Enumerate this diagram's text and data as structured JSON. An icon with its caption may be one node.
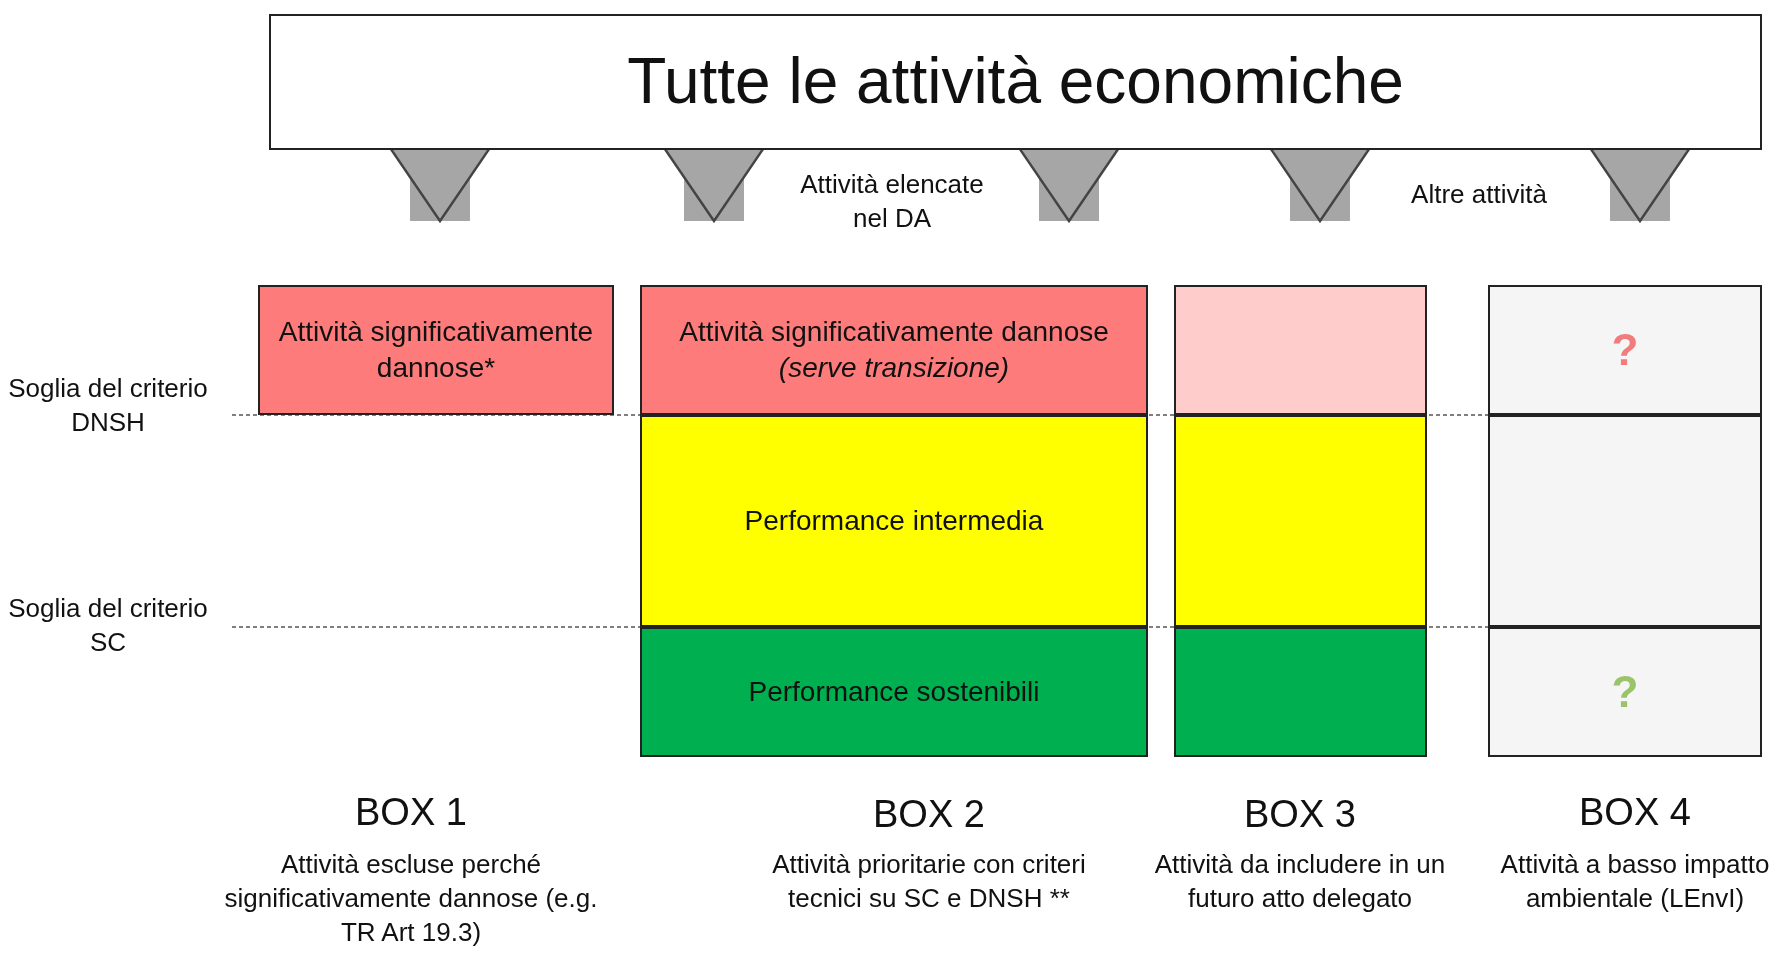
{
  "diagram": {
    "nodes": [
      {
        "text": [
          "Tutte le attività economiche"
        ]
      },
      {
        "text": [
          "Attività significativamente dannose*"
        ]
      },
      {
        "text": [
          "Attività significativamente dannose *(serve transizione)*"
        ]
      },
      {
        "text": [
          "Performance intermedia"
        ]
      },
      {
        "text": [
          "Performance sostenibili"
        ]
      },
      {
        "text": [],
        "shape": "box"
      },
      {
        "text": [],
        "shape": "box"
      },
      {
        "text": [],
        "shape": "box"
      },
      {
        "text": [
          "?"
        ]
      },
      {
        "text": [],
        "shape": "box"
      },
      {
        "text": [
          "?"
        ]
      }
    ],
    "edges": [
      {
        "from": 0,
        "to": 1,
        "arrow": "to"
      },
      {
        "from": 0,
        "to": 2,
        "arrow": "to"
      },
      {
        "from": 0,
        "to": 2,
        "arrow": "to"
      },
      {
        "from": 0,
        "to": 5,
        "arrow": "to"
      },
      {
        "from": 0,
        "to": 8,
        "arrow": "to"
      }
    ],
    "labels": [
      "Attività elencate nel DA",
      "Altre attività",
      "Soglia del criterio DNSH",
      "Soglia del criterio SC",
      "BOX 1",
      "Attività escluse perché significativamente dannose (e.g. TR Art 19.3)",
      "BOX 2",
      "Attività prioritarie con criteri tecnici su SC e DNSH **",
      "BOX 3",
      "Attività da includere in un futuro atto delegato",
      "BOX 4",
      "Attività a basso impatto ambientale (LEnvI)"
    ]
  }
}
